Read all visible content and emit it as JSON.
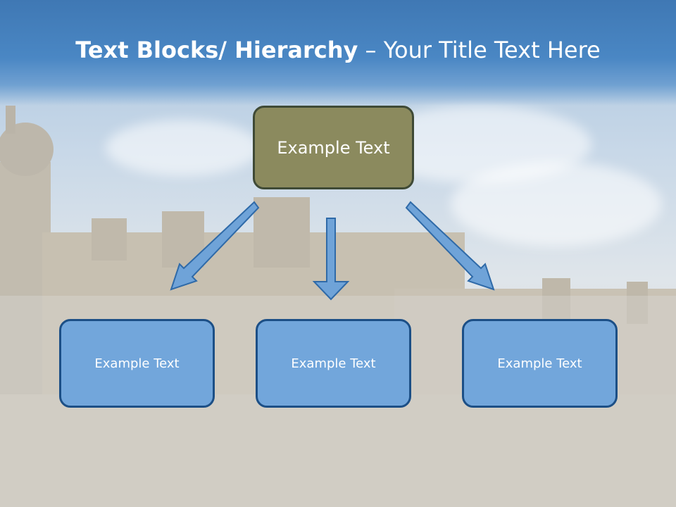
{
  "slide": {
    "title_bold": "Text Blocks/ Hierarchy",
    "title_rest": " – Your Title Text Here"
  },
  "diagram": {
    "root": {
      "label": "Example Text"
    },
    "children": [
      {
        "label": "Example Text"
      },
      {
        "label": "Example Text"
      },
      {
        "label": "Example Text"
      }
    ]
  },
  "colors": {
    "title_bar": "#4a87c4",
    "root_fill": "#8b8a5e",
    "root_border": "#3f4a36",
    "child_fill": "#72a6db",
    "child_border": "#1c4f86",
    "arrow_fill": "#6fa3d8",
    "arrow_stroke": "#2f6aa8"
  }
}
